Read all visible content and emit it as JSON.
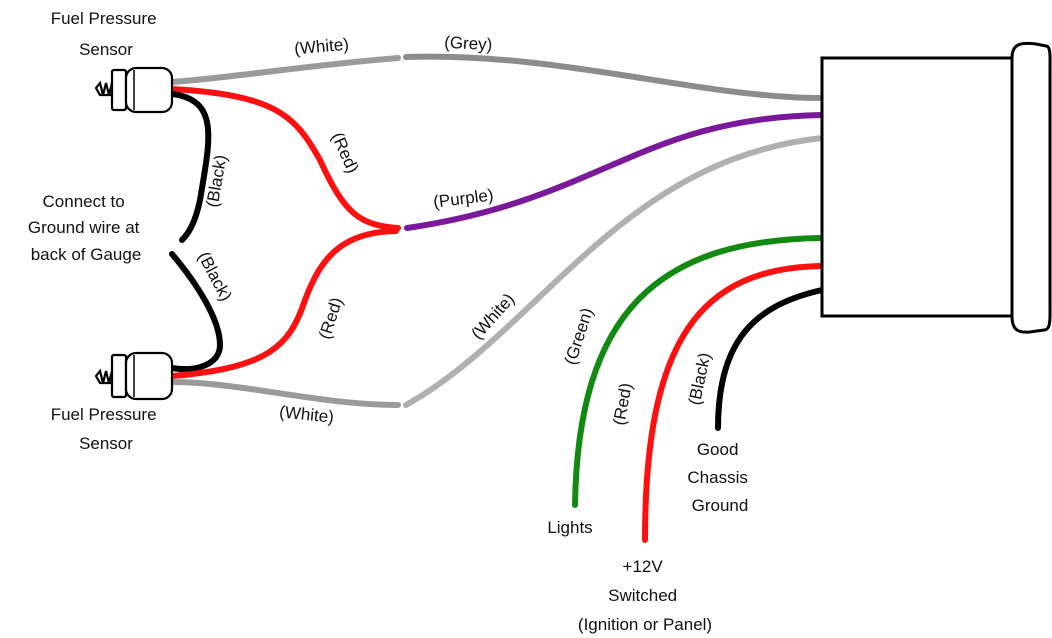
{
  "labels": {
    "sensor_top": [
      "Fuel Pressure",
      "Sensor"
    ],
    "sensor_bottom": [
      "Fuel Pressure",
      "Sensor"
    ],
    "ground_note": [
      "Connect to",
      "Ground wire at",
      "back of Gauge"
    ],
    "lights": "Lights",
    "switched": [
      "+12V",
      "Switched",
      "(Ignition or Panel)"
    ],
    "chassis": [
      "Good",
      "Chassis",
      "Ground"
    ]
  },
  "wire_labels": {
    "white_top": "(White)",
    "grey": "(Grey)",
    "red_top": "(Red)",
    "black_top": "(Black)",
    "purple": "(Purple)",
    "black_bottom": "(Black)",
    "red_bottom": "(Red)",
    "white_mid": "(White)",
    "white_bottom": "(White)",
    "green": "(Green)",
    "red_power": "(Red)",
    "black_ground": "(Black)"
  },
  "colors": {
    "white_wire": "#9a9a9a",
    "grey_wire": "#8c8c8c",
    "light_grey_wire": "#b0b0b0",
    "red_wire": "#ff1010",
    "black_wire": "#000000",
    "purple_wire": "#7a1a9a",
    "green_wire": "#128a12"
  }
}
